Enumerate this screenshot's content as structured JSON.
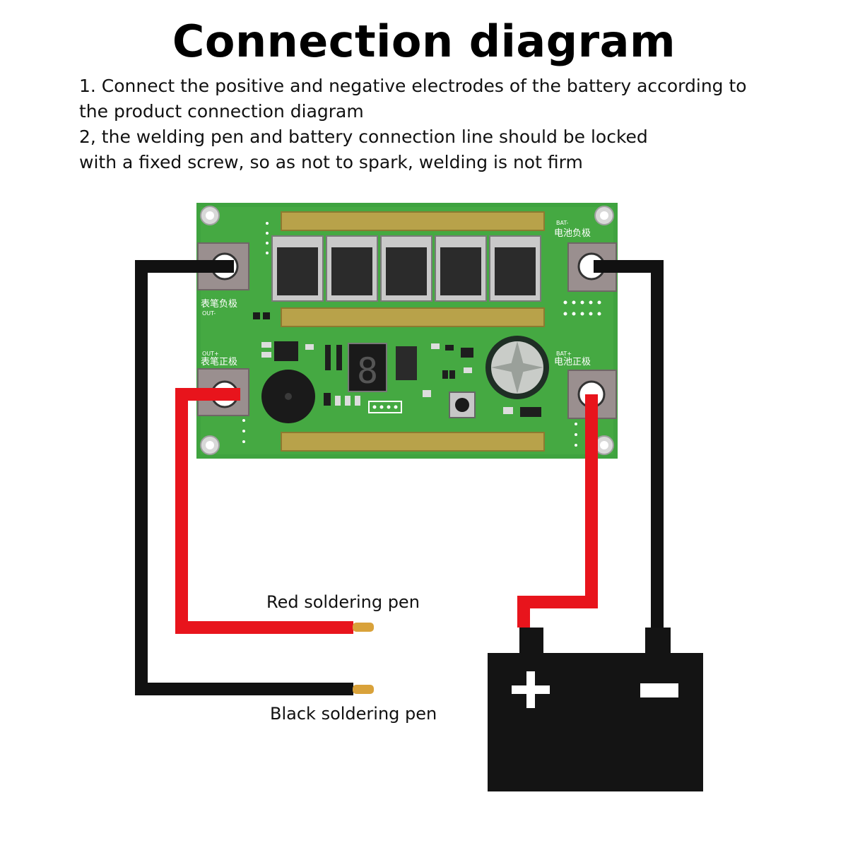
{
  "title": "Connection diagram",
  "instructions": [
    "1. Connect the positive and negative electrodes of the battery according to",
    "the product connection diagram",
    "2, the welding pen and battery connection line should be locked",
    "with a fixed screw, so as not to spark, welding is not firm"
  ],
  "labels": {
    "red_pen": "Red soldering pen",
    "black_pen": "Black soldering pen"
  },
  "board": {
    "out_minus_cn": "表笔负极",
    "out_minus_en": "OUT-",
    "out_plus_cn": "表笔正极",
    "out_plus_en": "OUT+",
    "bat_minus_cn": "电池负极",
    "bat_minus_en": "BAT-",
    "bat_plus_cn": "电池正极",
    "bat_plus_en": "BAT+",
    "display_digit": "8"
  },
  "battery": {
    "plus_symbol": "+",
    "minus_symbol": "−"
  },
  "colors": {
    "pcb_green": "#3fa33f",
    "wire_red": "#e8141c",
    "wire_black": "#111111",
    "battery_body": "#141414",
    "copper": "#b8a24a"
  }
}
